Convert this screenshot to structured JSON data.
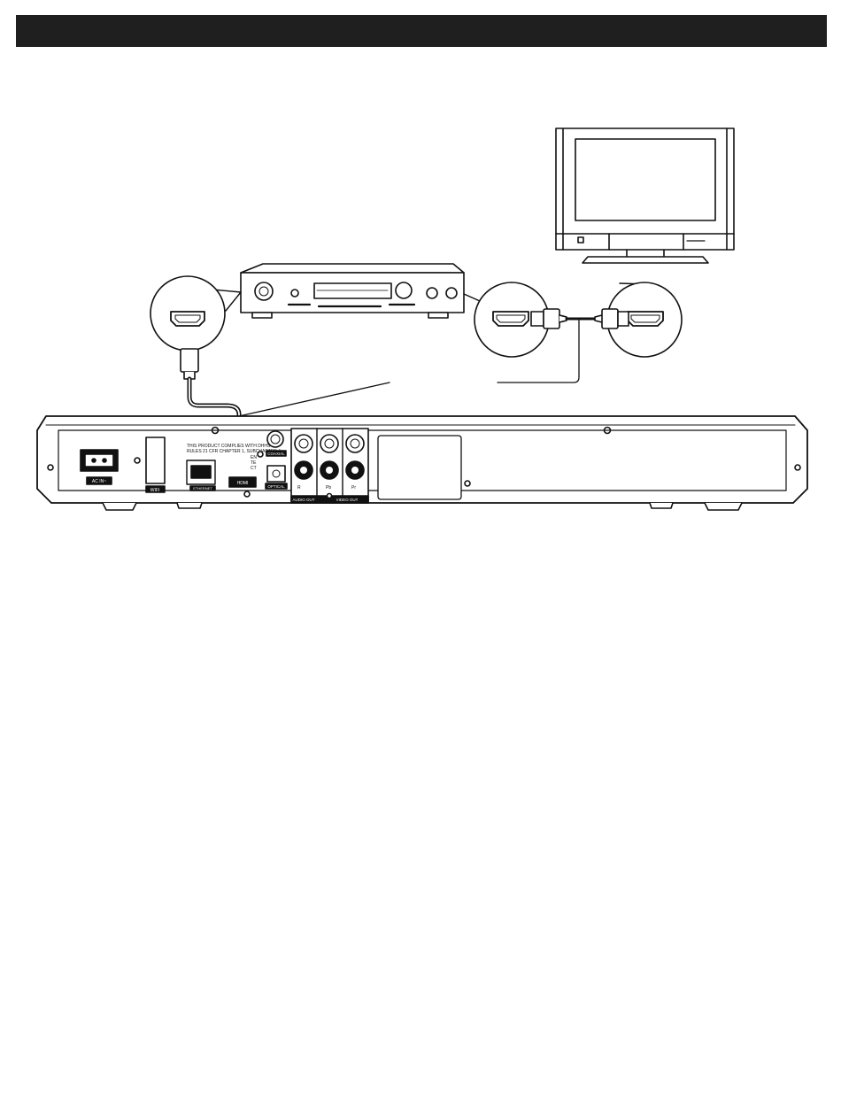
{
  "header": {
    "title": ""
  },
  "player_panel": {
    "ac_in_label": "AC IN~",
    "wifi_label": "WIFI",
    "ethernet_label": "ETHERNET",
    "hdmi_label": "HDMI",
    "coaxial_label": "COAXIAL",
    "optical_label": "OPTICAL",
    "audio_out_label": "AUDIO OUT",
    "video_out_label": "VIDEO OUT",
    "compliance_line1": "THIS PRODUCT COMPLIES WITH DHHS",
    "compliance_line2": "RULES 21 CFR  CHAPTER 1, SUBCHAPTER J",
    "compliance_line3": "EN",
    "compliance_line4": "TE",
    "compliance_line5": "CT",
    "jack_r_label": "R",
    "jack_pb_label": "Pb",
    "jack_pr_label": "Pr"
  },
  "colors": {
    "header": "#1f1f1f",
    "line": "#111111",
    "fill": "#ffffff",
    "panel_dark": "#2a2a2a"
  }
}
